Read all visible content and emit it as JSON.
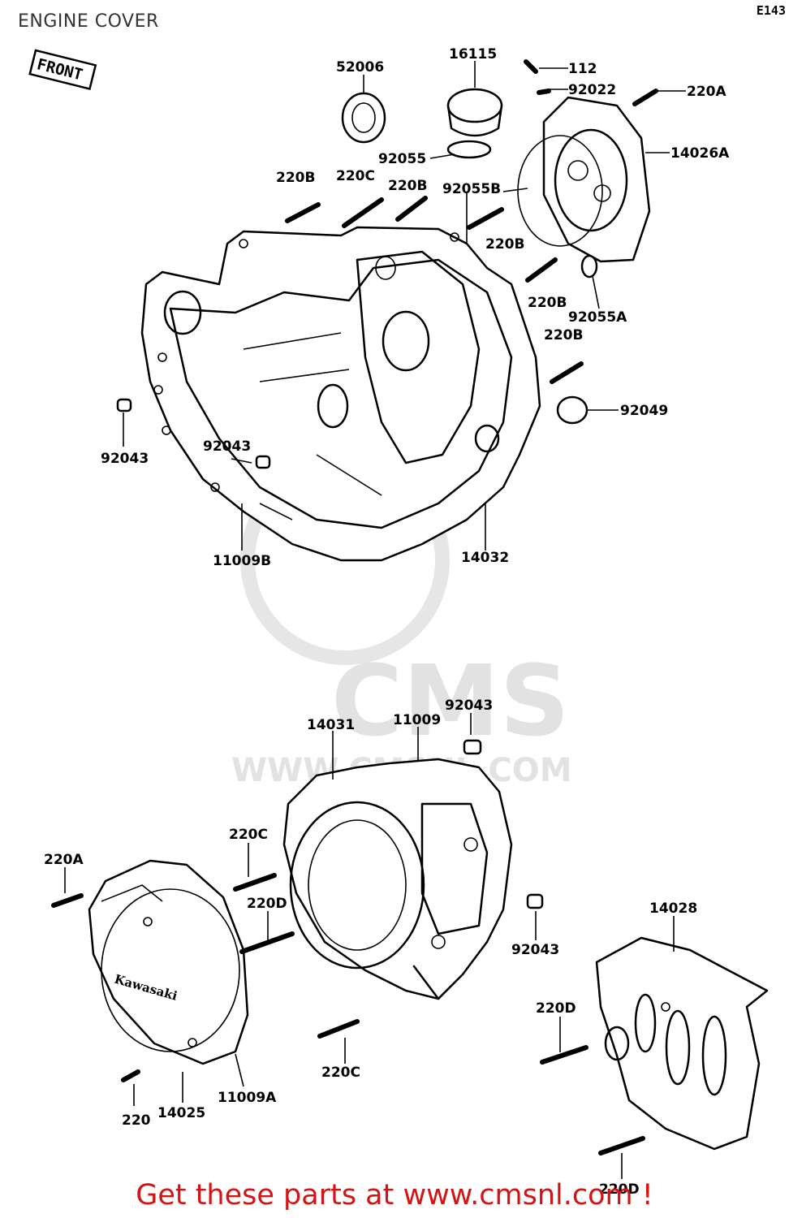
{
  "header": {
    "title": "ENGINE COVER",
    "code": "E143"
  },
  "front_tag": "FRONT",
  "footer": {
    "text": "Get these parts at www.cmsnl.com !"
  },
  "watermark": {
    "brand": "CMS",
    "url": "WWW.CMSNL.COM"
  },
  "labels": {
    "p52006": "52006",
    "p16115": "16115",
    "p112": "112",
    "p92022": "92022",
    "p220A_top": "220A",
    "p14026A": "14026A",
    "p220B_1": "220B",
    "p220C_1": "220C",
    "p220B_2": "220B",
    "p92055": "92055",
    "p92055B": "92055B",
    "p220B_3": "220B",
    "p220B_4": "220B",
    "p92055A": "92055A",
    "p220B_5": "220B",
    "p92049": "92049",
    "p92043_1": "92043",
    "p92043_2": "92043",
    "p11009B": "11009B",
    "p14032": "14032",
    "p14031": "14031",
    "p11009": "11009",
    "p92043_3": "92043",
    "p220C_2": "220C",
    "p220A_bot": "220A",
    "p220D_1": "220D",
    "p92043_4": "92043",
    "p14028": "14028",
    "p220D_2": "220D",
    "p220C_3": "220C",
    "p220": "220",
    "p14025": "14025",
    "p11009A": "11009A",
    "p220D_3": "220D",
    "cover_logo": "Kawasaki"
  }
}
